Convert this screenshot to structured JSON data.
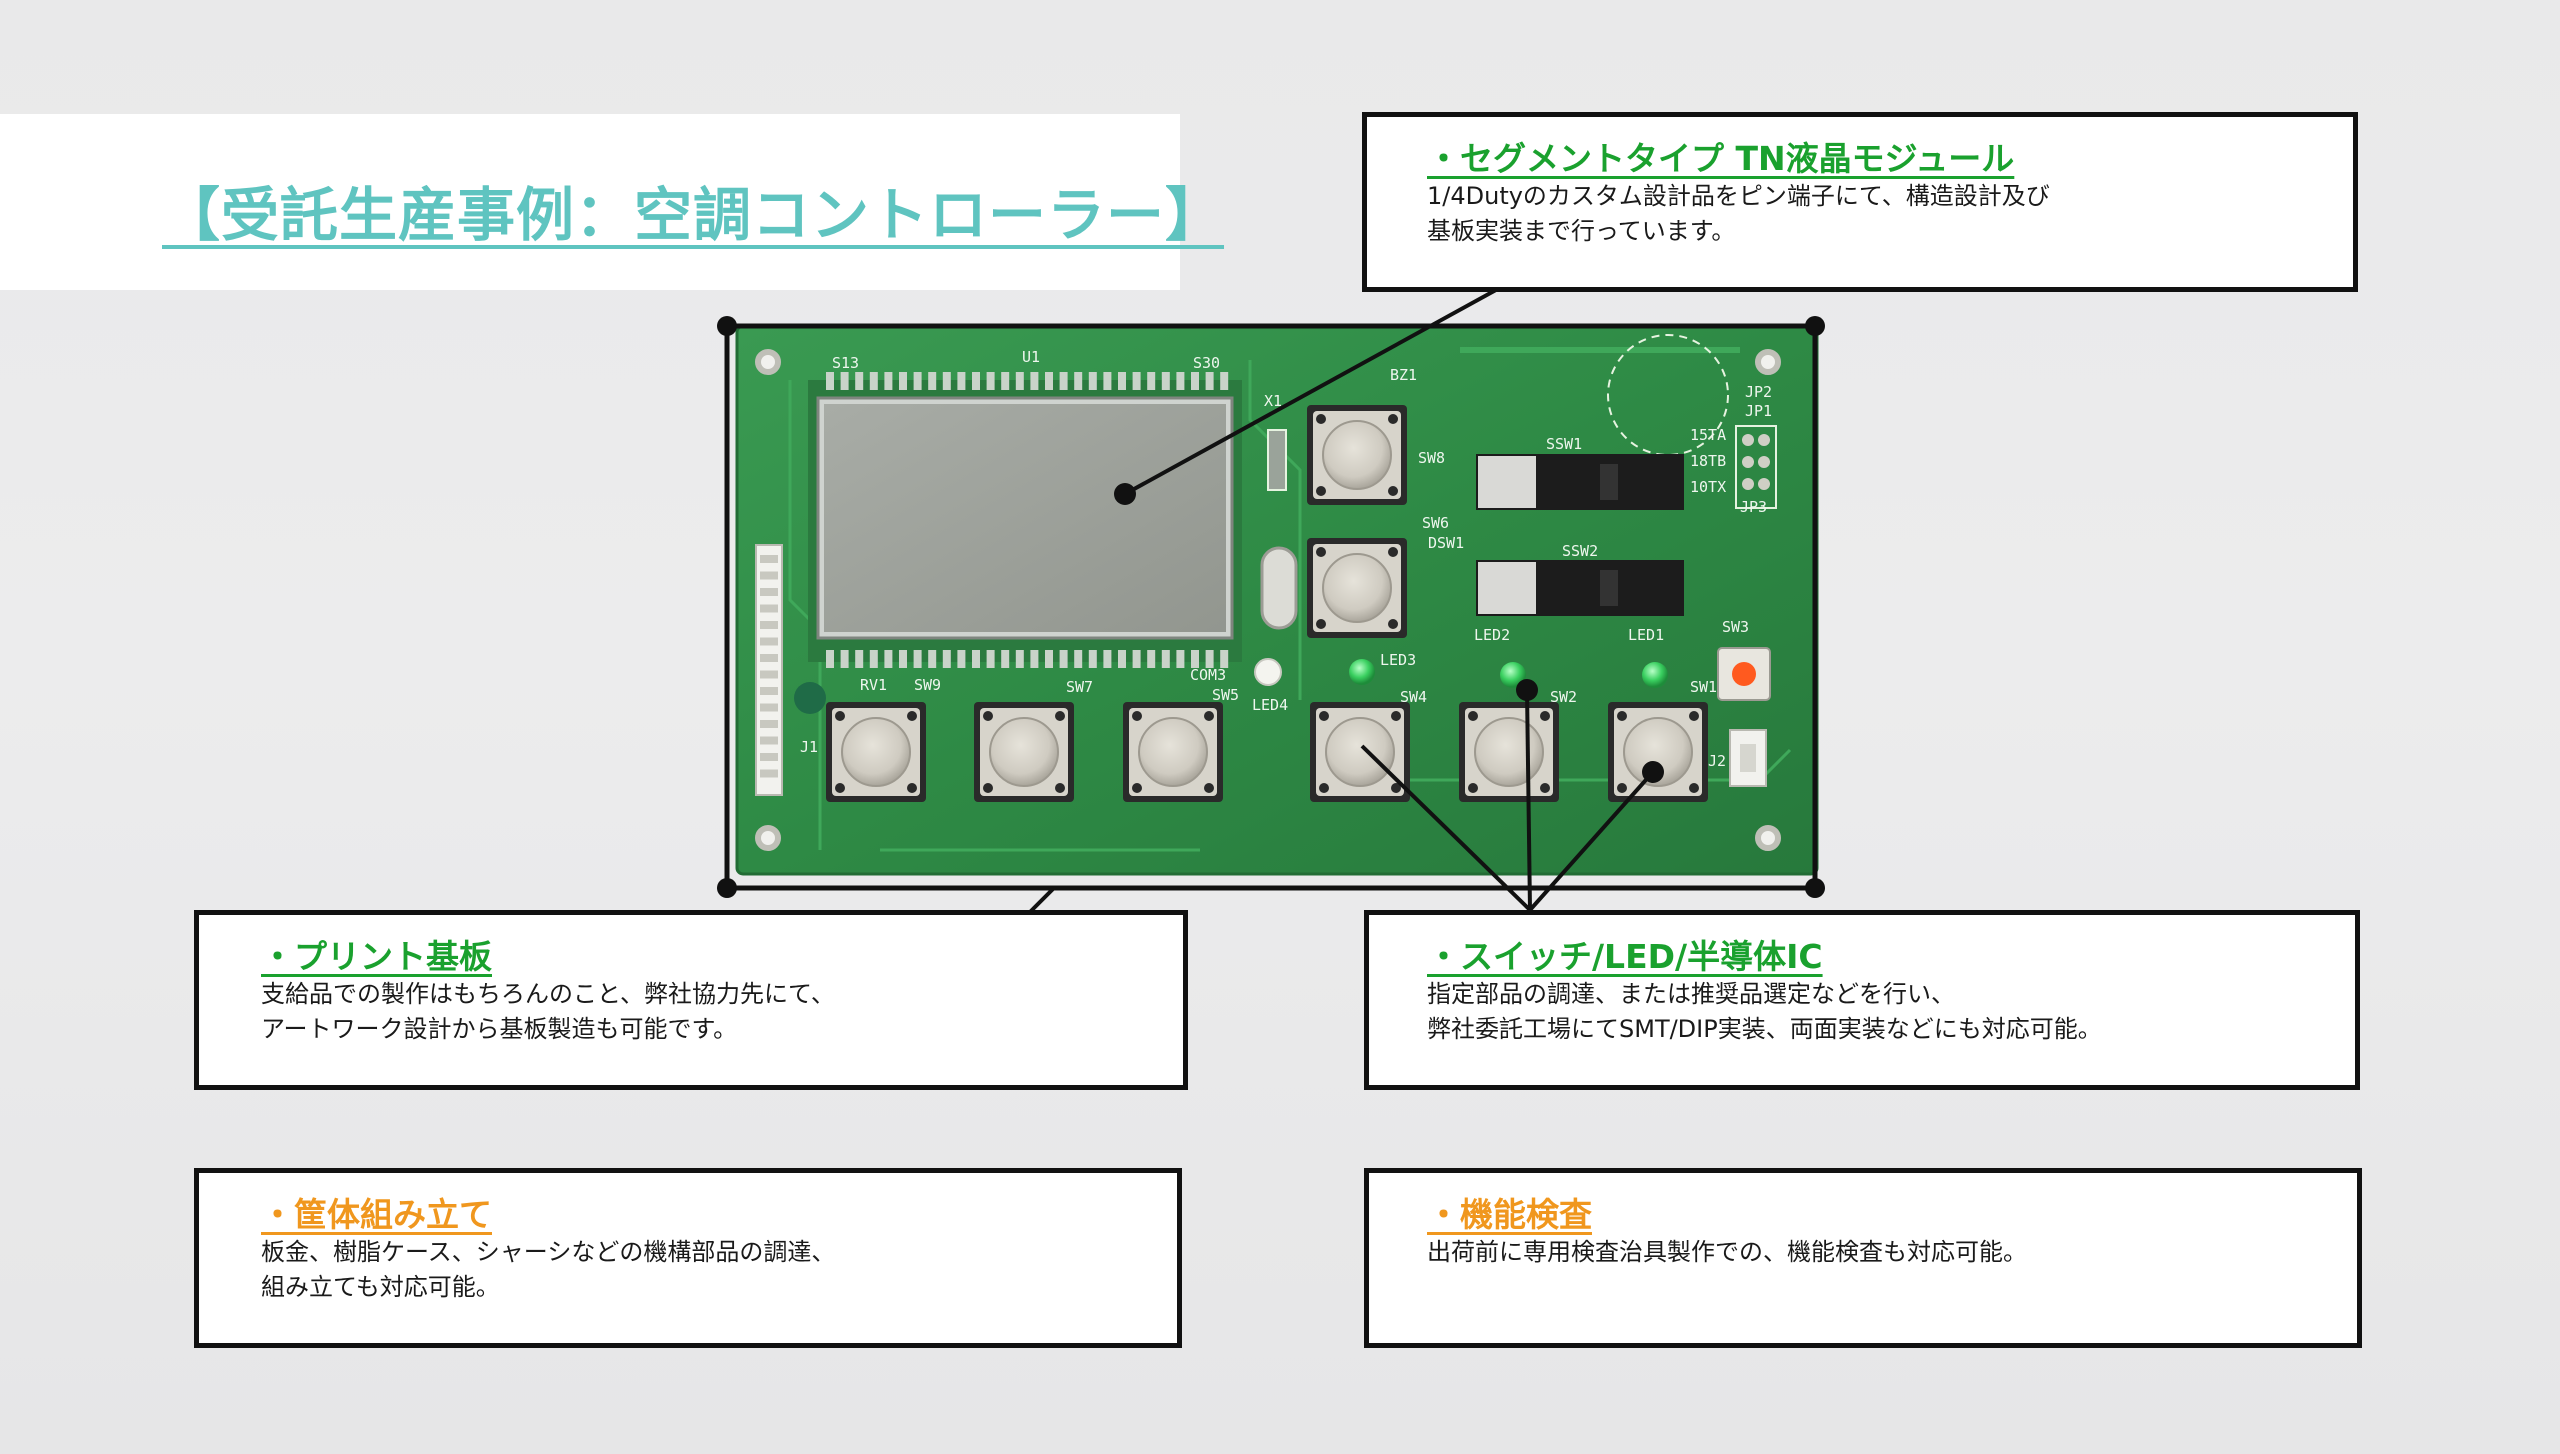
{
  "title": "【受託生産事例：空調コントローラー】",
  "callouts": {
    "lcd": {
      "heading": "・セグメントタイプ TN液晶モジュール",
      "line1": "1/4Dutyのカスタム設計品をピン端子にて、構造設計及び",
      "line2": "基板実装まで行っています。"
    },
    "pcb": {
      "heading": "・プリント基板",
      "line1": "支給品での製作はもちろんのこと、弊社協力先にて、",
      "line2": "アートワーク設計から基板製造も可能です。"
    },
    "switch": {
      "heading": "・スイッチ/LED/半導体IC",
      "line1": "指定部品の調達、または推奨品選定などを行い、",
      "line2": "弊社委託工場にてSMT/DIP実装、両面実装などにも対応可能。"
    },
    "case": {
      "heading": "・筐体組み立て",
      "line1": "板金、樹脂ケース、シャーシなどの機構部品の調達、",
      "line2": "組み立ても対応可能。"
    },
    "inspect": {
      "heading": "・機能検査",
      "line1": "出荷前に専用検査治具製作での、機能検査も対応可能。"
    }
  },
  "board_labels": {
    "s13": "S13",
    "u1": "U1",
    "s30": "S30",
    "x1": "X1",
    "bz1": "BZ1",
    "jp2": "JP2",
    "jp1": "JP1",
    "jp3": "JP3",
    "ssw1": "SSW1",
    "ssw2": "SSW2",
    "sw8": "SW8",
    "sw6": "SW6",
    "dsw1": "DSW1",
    "t15": "15TA",
    "t18": "18TB",
    "t10": "10TX",
    "led1": "LED1",
    "led2": "LED2",
    "led3": "LED3",
    "led4": "LED4",
    "sw3": "SW3",
    "rv1": "RV1",
    "sw9": "SW9",
    "sw7": "SW7",
    "sw5": "SW5",
    "com3": "COM3",
    "sw4": "SW4",
    "sw2": "SW2",
    "sw1": "SW1",
    "j1": "J1",
    "j2": "J2"
  },
  "colors": {
    "title": "#5fc4c0",
    "heading_green": "#1aa12e",
    "heading_orange": "#f0971e",
    "board_green": "#2e8a45",
    "lcd": "#9ea29c"
  },
  "icons": {
    "button": "tactile-switch",
    "led": "green-led"
  }
}
